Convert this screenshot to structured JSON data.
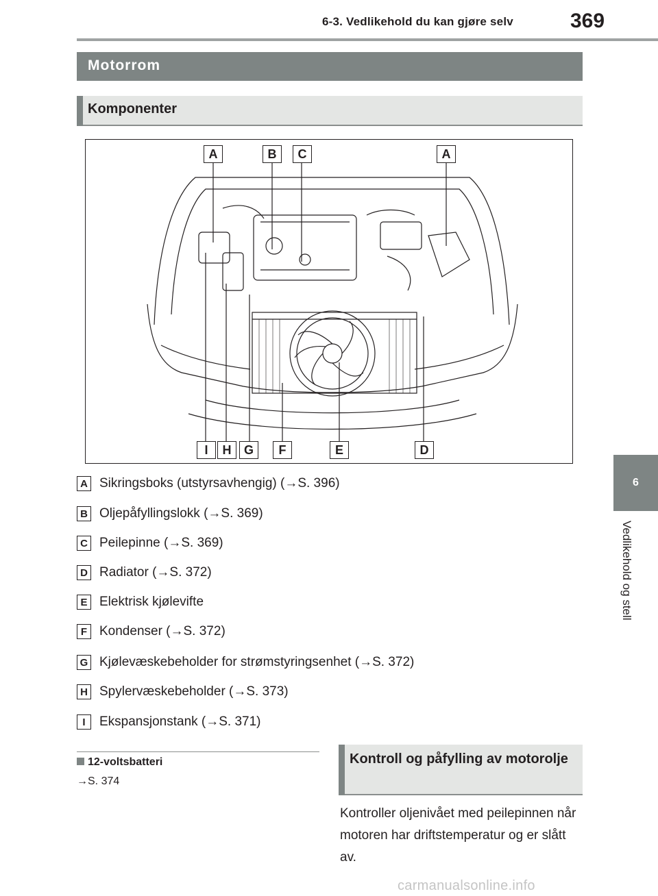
{
  "header": {
    "section": "6-3. Vedlikehold du kan gjøre selv",
    "page_number": "369"
  },
  "side_tab": {
    "chapter_number": "6",
    "chapter_title": "Vedlikehold og stell"
  },
  "title": "Motorrom",
  "subtitle": "Komponenter",
  "figure": {
    "top_callouts": [
      "A",
      "B",
      "C",
      "A"
    ],
    "bottom_callouts": [
      "I",
      "H",
      "G",
      "F",
      "E",
      "D"
    ]
  },
  "legend": [
    {
      "letter": "A",
      "text": "Sikringsboks (utstyrsavhengig) (→S. 396)"
    },
    {
      "letter": "B",
      "text": "Oljepåfyllingslokk (→S. 369)"
    },
    {
      "letter": "C",
      "text": "Peilepinne (→S. 369)"
    },
    {
      "letter": "D",
      "text": "Radiator (→S. 372)"
    },
    {
      "letter": "E",
      "text": "Elektrisk kjølevifte"
    },
    {
      "letter": "F",
      "text": "Kondenser (→S. 372)"
    },
    {
      "letter": "G",
      "text": "Kjølevæskebeholder for strømstyringsenhet (→S. 372)"
    },
    {
      "letter": "H",
      "text": "Spylervæskebeholder (→S. 373)"
    },
    {
      "letter": "I",
      "text": "Ekspansjonstank (→S. 371)"
    }
  ],
  "battery": {
    "title": "12-voltsbatteri",
    "ref": "→S. 374"
  },
  "oil_section": {
    "title": "Kontroll og påfylling av motorolje",
    "body": "Kontroller oljenivået med peilepinnen når motoren har driftstemperatur og er slått av."
  },
  "watermark": "carmanualsonline.info"
}
